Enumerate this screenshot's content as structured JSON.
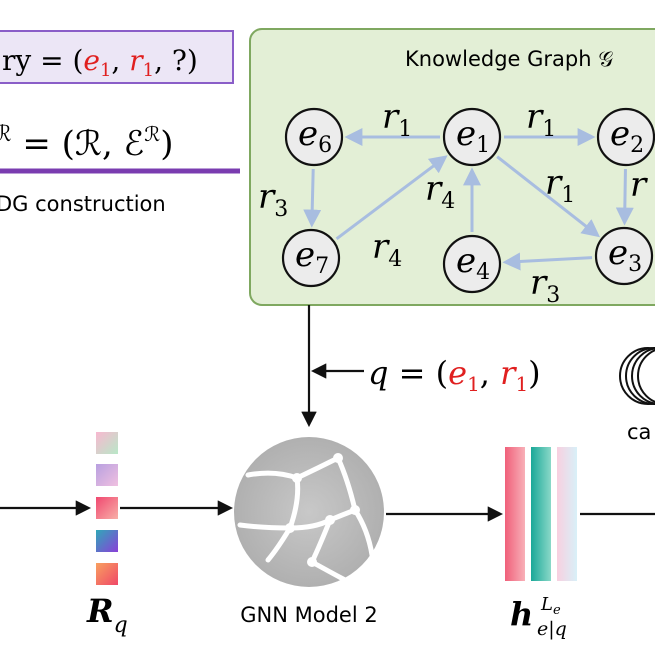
{
  "query_box": {
    "left": "ry = (",
    "e1": "e",
    "e1_sub": "1",
    "comma1": ", ",
    "r1": "r",
    "r1_sub": "1",
    "rest": ", ?)"
  },
  "rdg": {
    "formula_prefix": "ℛ",
    "formula_main": " = (ℛ, ℰ",
    "formula_sup": "ℛ",
    "formula_close": ")",
    "construction_label": "DG construction"
  },
  "kg": {
    "title": "Knowledge Graph 𝒢",
    "nodes": [
      {
        "id": "e6",
        "base": "e",
        "sub": "6"
      },
      {
        "id": "e1",
        "base": "e",
        "sub": "1"
      },
      {
        "id": "e2",
        "base": "e",
        "sub": "2"
      },
      {
        "id": "e7",
        "base": "e",
        "sub": "7"
      },
      {
        "id": "e4",
        "base": "e",
        "sub": "4"
      },
      {
        "id": "e3",
        "base": "e",
        "sub": "3"
      }
    ],
    "edges": [
      {
        "from": "e1",
        "to": "e6",
        "base": "r",
        "sub": "1"
      },
      {
        "from": "e1",
        "to": "e2",
        "base": "r",
        "sub": "1"
      },
      {
        "from": "e6",
        "to": "e7",
        "base": "r",
        "sub": "3"
      },
      {
        "from": "e7",
        "to": "e1",
        "base": "r",
        "sub": "4"
      },
      {
        "from": "e4",
        "to": "e1",
        "base": "r",
        "sub": "4"
      },
      {
        "from": "e1",
        "to": "e3",
        "base": "r",
        "sub": "1"
      },
      {
        "from": "e3",
        "to": "e4",
        "base": "r",
        "sub": "3"
      },
      {
        "from": "e2",
        "to": "e3",
        "base": "r",
        "sub": ""
      }
    ]
  },
  "query_arrow": {
    "q": "q",
    "eq": " = (",
    "e1": "e",
    "e1_sub": "1",
    "comma": ", ",
    "r1": "r",
    "r1_sub": "1",
    "close": ")"
  },
  "rq": {
    "base": "R",
    "sub": "q"
  },
  "rq_colors": [
    "#bfe0e8",
    "#c8b0d8",
    "#f06e7e",
    "#5a70c8",
    "#f08070"
  ],
  "gnn": {
    "label": "GNN Model 2"
  },
  "h": {
    "base": "h",
    "sub": "e|q",
    "sup": "L",
    "sup_sub": "e"
  },
  "h_colors": [
    "#f08090",
    "#3ab8a8",
    "#f4c0c8"
  ],
  "cand": {
    "label": "ca"
  },
  "colors": {
    "kg_bg": "#e3efd6",
    "kg_border": "#7fa860",
    "query_bg": "#ece6f6",
    "query_border": "#8a5ec8",
    "purple_line": "#7a3cb0",
    "kg_edge": "#a8bde0"
  }
}
